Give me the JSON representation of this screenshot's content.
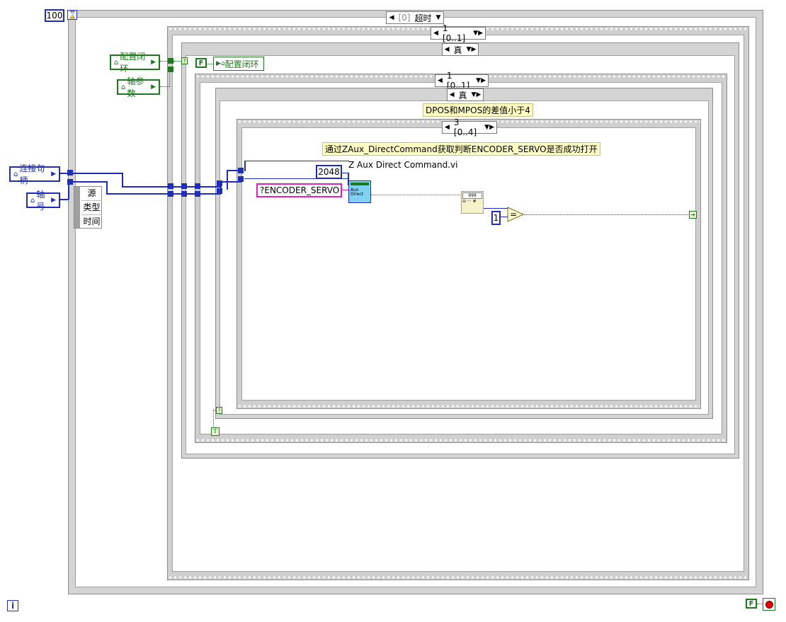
{
  "loop": {
    "wait_ms": "100",
    "timeout_label": "超时",
    "timeout_index": "[0]"
  },
  "cases": {
    "outer_sel": "1 [0..1]",
    "true1": "真",
    "mid_sel": "1 [0..1]",
    "true2": "真",
    "inner_sel": "3 [0..4]"
  },
  "controls": {
    "close_loop": "配置闭环",
    "axis_params": "轴参数",
    "conn_handle": "连接句柄",
    "axis_no": "轴号",
    "close_loop_local": "配置闭环",
    "false_const": "F",
    "stop_const": "F"
  },
  "unbundle": [
    "源",
    "类型",
    "时间"
  ],
  "labels": {
    "dpos_note": "DPOS和MPOS的差值小于4",
    "direct_note": "通过ZAux_DirectCommand获取判断ENCODER_SERVO是否成功打开",
    "vi_name": "Z Aux Direct Command.vi",
    "vi_icon_text": "Aux Direct"
  },
  "constants": {
    "buf_len": "2048",
    "cmd": "?ENCODER_SERVO",
    "one": "1",
    "eq": "="
  },
  "colors": {
    "blue": "#1f2dbd",
    "green": "#1c7a1c",
    "pink": "#e020c0",
    "gray": "#d4d4d4"
  },
  "icons": [
    "info-icon",
    "stop-icon",
    "timer-icon",
    "fetch-icon"
  ]
}
